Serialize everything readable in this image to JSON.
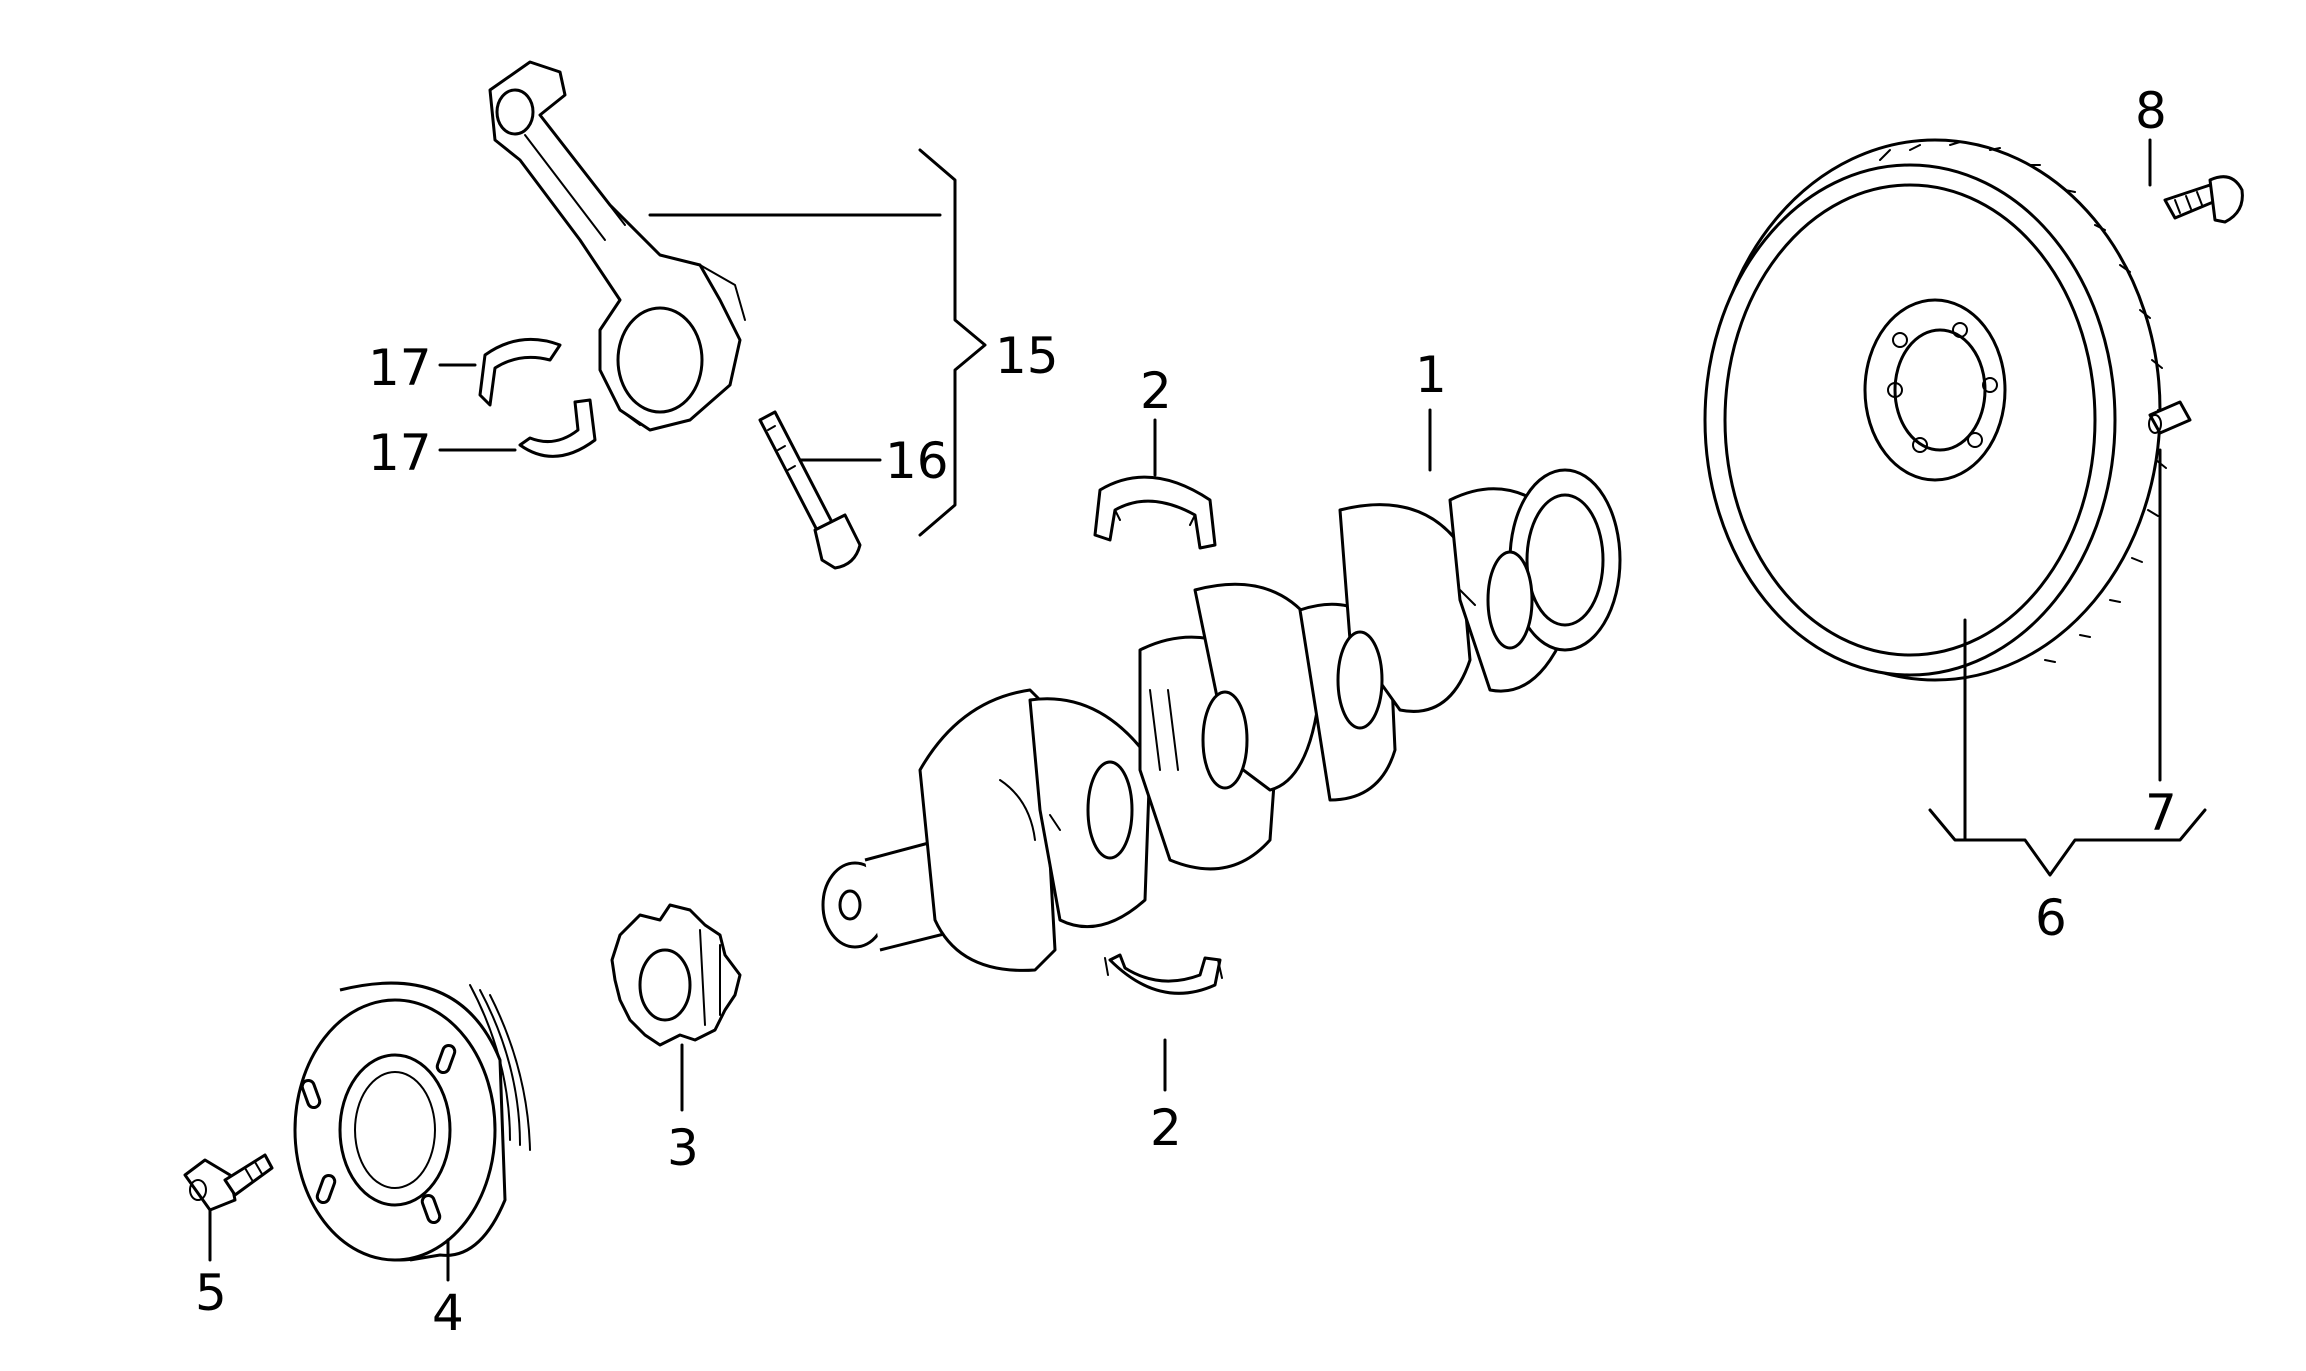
{
  "callouts": {
    "crankshaft": "1",
    "bearing_shell_upper": "2",
    "bearing_shell_lower": "2",
    "timing_gear": "3",
    "pulley": "4",
    "pulley_bolt": "5",
    "flywheel_assembly": "6",
    "dowel_pin": "7",
    "flywheel_bolt": "8",
    "conrod_assembly": "15",
    "conrod_bolt": "16",
    "conrod_bearing_upper": "17",
    "conrod_bearing_lower": "17"
  },
  "colors": {
    "line": "#000000",
    "background": "#ffffff"
  }
}
